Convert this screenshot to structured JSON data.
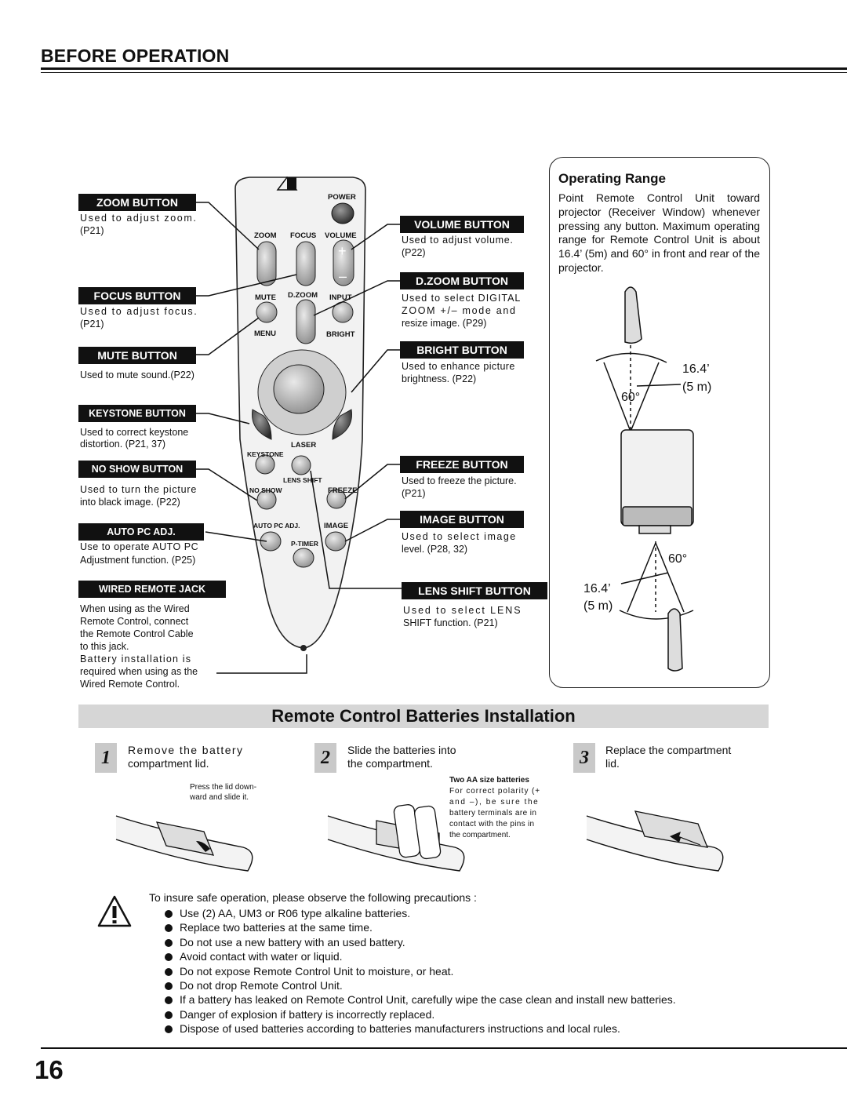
{
  "header": {
    "title": "BEFORE OPERATION"
  },
  "remote_labels": {
    "power": "POWER",
    "zoom": "ZOOM",
    "focus": "FOCUS",
    "volume": "VOLUME",
    "mute": "MUTE",
    "dzoom": "D.ZOOM",
    "input": "INPUT",
    "menu": "MENU",
    "bright": "BRIGHT",
    "keystone": "KEYSTONE",
    "laser": "LASER",
    "lens_shift": "LENS SHIFT",
    "no_show": "NO SHOW",
    "freeze": "FREEZE",
    "auto_pc_adj": "AUTO PC ADJ.",
    "image": "IMAGE",
    "p_timer": "P-TIMER"
  },
  "callouts": {
    "zoom": {
      "title": "ZOOM BUTTON",
      "desc1": "Used to adjust zoom.",
      "desc2": "(P21)"
    },
    "focus": {
      "title": "FOCUS BUTTON",
      "desc1": "Used to adjust focus.",
      "desc2": "(P21)"
    },
    "mute": {
      "title": "MUTE BUTTON",
      "desc1": "Used to mute sound.(P22)"
    },
    "keystone": {
      "title": "KEYSTONE BUTTON",
      "desc1": "Used to correct keystone",
      "desc2": "distortion.  (P21, 37)"
    },
    "no_show": {
      "title": "NO SHOW BUTTON",
      "desc1": "Used to turn the picture",
      "desc2": "into black image.  (P22)"
    },
    "auto_pc": {
      "title": "AUTO PC ADJ. BUTTON",
      "desc1": "Use to operate AUTO PC",
      "desc2": "Adjustment function.  (P25)"
    },
    "wired": {
      "title": "WIRED REMOTE JACK",
      "desc1": "When using as the Wired",
      "desc2": "Remote Control, connect",
      "desc3": "the Remote Control Cable",
      "desc4": "to this jack.",
      "desc5": "Battery installation is",
      "desc6": "required when using as the",
      "desc7": "Wired Remote Control."
    },
    "volume": {
      "title": "VOLUME BUTTON",
      "desc1": "Used to adjust volume.",
      "desc2": "(P22)"
    },
    "dzoom": {
      "title": "D.ZOOM BUTTON",
      "desc1": "Used to select DIGITAL",
      "desc2": "ZOOM +/– mode and",
      "desc3": "resize image. (P29)"
    },
    "bright": {
      "title": "BRIGHT BUTTON",
      "desc1": "Used to enhance picture",
      "desc2": "brightness. (P22)"
    },
    "freeze": {
      "title": "FREEZE BUTTON",
      "desc1": "Used to freeze the picture.",
      "desc2": "(P21)"
    },
    "image": {
      "title": "IMAGE BUTTON",
      "desc1": "Used to select image",
      "desc2": "level.  (P28, 32)"
    },
    "lens_shift": {
      "title": "LENS SHIFT  BUTTON",
      "desc1": "Used to select LENS",
      "desc2": "SHIFT function.  (P21)"
    }
  },
  "operating_range": {
    "title": "Operating Range",
    "text": "Point Remote Control Unit toward projector (Receiver Window) whenever pressing any button. Maximum operating range for Remote Control Unit is about 16.4’ (5m) and 60° in front and rear of the projector.",
    "dist_ft": "16.4’",
    "dist_m": "(5 m)",
    "angle": "60°"
  },
  "batteries": {
    "title": "Remote Control Batteries Installation",
    "steps": [
      {
        "num": "1",
        "line1": "Remove the battery",
        "line2": "compartment lid.",
        "note1": "Press the lid down-",
        "note2": "ward and slide it."
      },
      {
        "num": "2",
        "line1": "Slide the batteries into",
        "line2": "the compartment.",
        "note_title": "Two AA size batteries",
        "note1": "For correct polarity (+",
        "note2": "and –), be sure the",
        "note3": "battery terminals are in",
        "note4": "contact with the pins in",
        "note5": "the compartment."
      },
      {
        "num": "3",
        "line1": "Replace the compartment",
        "line2": "lid."
      }
    ]
  },
  "precautions": {
    "intro": "To insure safe operation, please observe the following precautions :",
    "items": [
      "Use (2) AA, UM3 or R06 type alkaline batteries.",
      "Replace two batteries at the same time.",
      "Do not use a new battery with an used battery.",
      "Avoid contact with water or liquid.",
      "Do not expose Remote Control Unit to moisture, or heat.",
      "Do not drop Remote Control Unit.",
      "If a battery has leaked on Remote Control Unit, carefully wipe the case clean and install new batteries.",
      "Danger of explosion if battery is incorrectly replaced.",
      "Dispose of used batteries according to batteries manufacturers instructions and local rules."
    ]
  },
  "footer": {
    "page_number": "16"
  }
}
